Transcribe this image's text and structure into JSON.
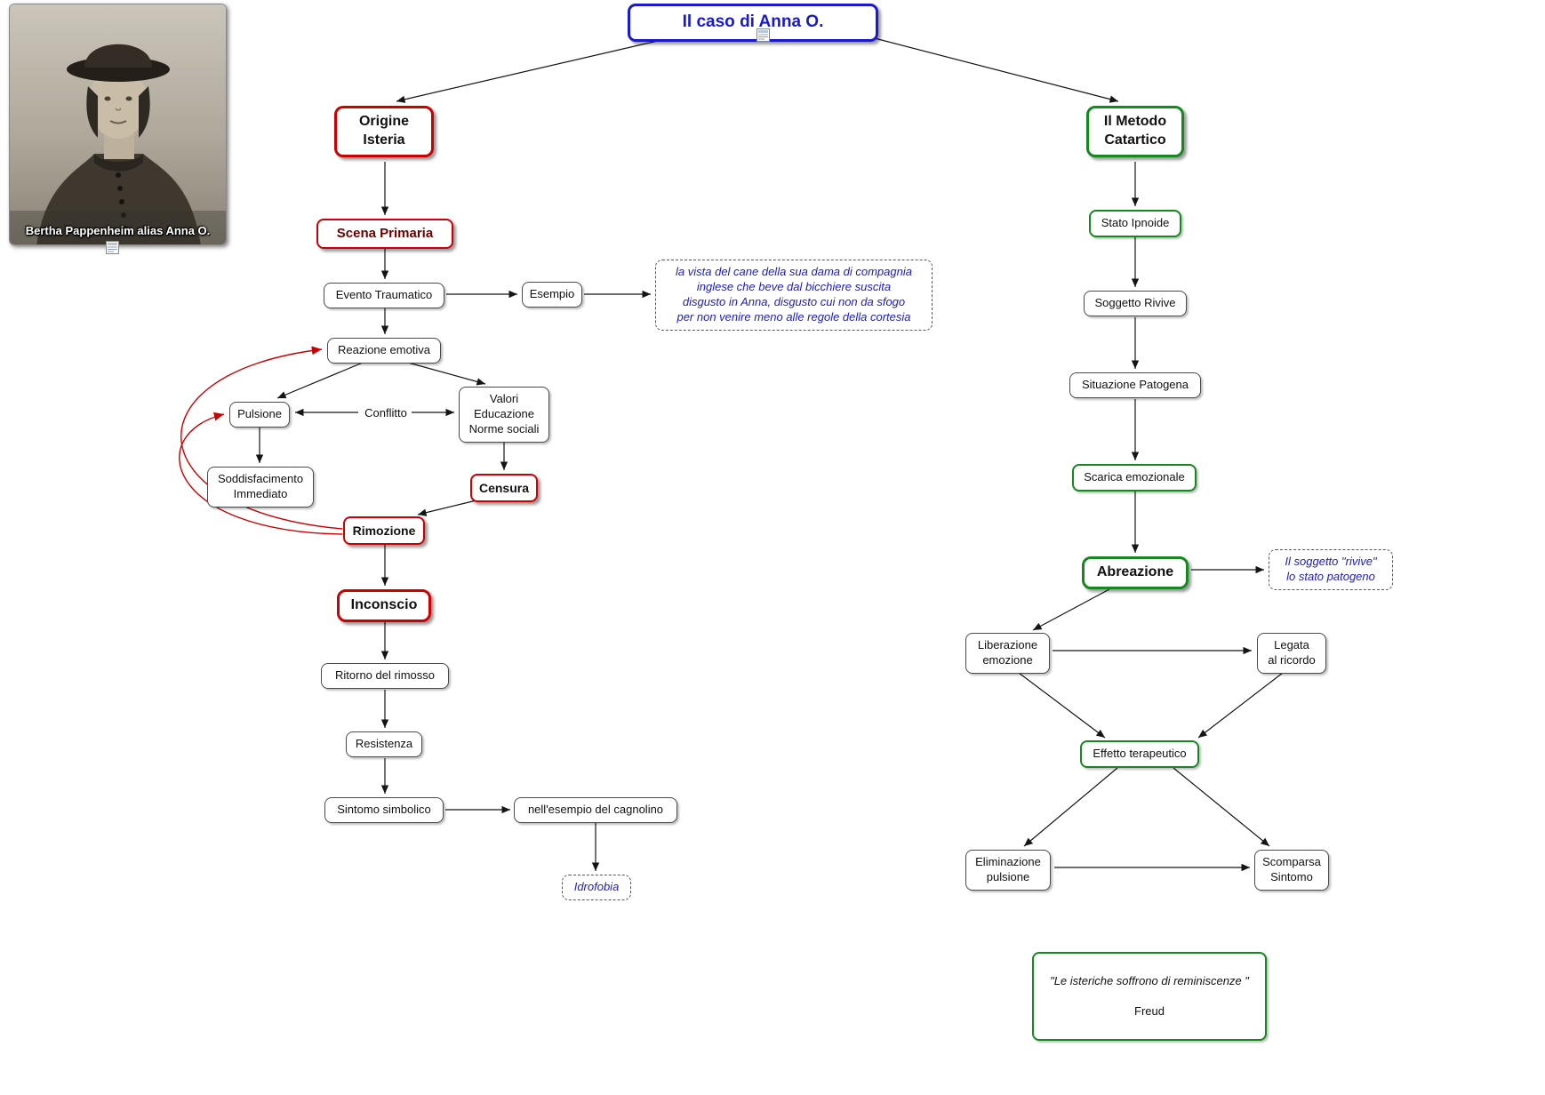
{
  "title": "Il caso di Anna O.",
  "photo": {
    "caption": "Bertha Pappenheim alias Anna O."
  },
  "icons": {
    "resource": "resource-icon"
  },
  "colors": {
    "title_blue": "#1a1acd",
    "node_red": "#cc0000",
    "node_green": "#15881f",
    "annotation_blue": "#2020bb",
    "scena_primaria_text": "#6b0000"
  },
  "nodes": {
    "origine_isteria": "Origine\nIsteria",
    "scena_primaria": "Scena Primaria",
    "evento_traumatico": "Evento Traumatico",
    "esempio": "Esempio",
    "reazione_emotiva": "Reazione emotiva",
    "pulsione": "Pulsione",
    "conflitto": "Conflitto",
    "valori": "Valori\nEducazione\nNorme sociali",
    "soddisfacimento": "Soddisfacimento\nImmediato",
    "censura": "Censura",
    "rimozione": "Rimozione",
    "inconscio": "Inconscio",
    "ritorno_del_rimosso": "Ritorno del rimosso",
    "resistenza": "Resistenza",
    "sintomo_simbolico": "Sintomo simbolico",
    "esempio_cagnolino": "nell'esempio del cagnolino",
    "idrofobia": "Idrofobia",
    "metodo_catartico": "Il Metodo\nCatartico",
    "stato_ipnoide": "Stato Ipnoide",
    "soggetto_rivive": "Soggetto Rivive",
    "situazione_patogena": "Situazione Patogena",
    "scarica_emozionale": "Scarica emozionale",
    "abreazione": "Abreazione",
    "liberazione_emozione": "Liberazione\nemozione",
    "legata_al_ricordo": "Legata\nal ricordo",
    "effetto_terapeutico": "Effetto terapeutico",
    "eliminazione_pulsione": "Eliminazione\npulsione",
    "scomparsa_sintomo": "Scomparsa\nSintomo"
  },
  "annotations": {
    "esempio_dettaglio": "la vista del cane della sua dama di compagnia\ninglese che beve dal bicchiere suscita\ndisgusto in Anna, disgusto cui non da sfogo\nper non venire meno alle regole della cortesia",
    "abreazione_nota": "Il soggetto \"rivive\"\nlo stato patogeno"
  },
  "quote": {
    "line1": "\"Le isteriche soffrono di reminiscenze \"",
    "line2": "Freud"
  }
}
